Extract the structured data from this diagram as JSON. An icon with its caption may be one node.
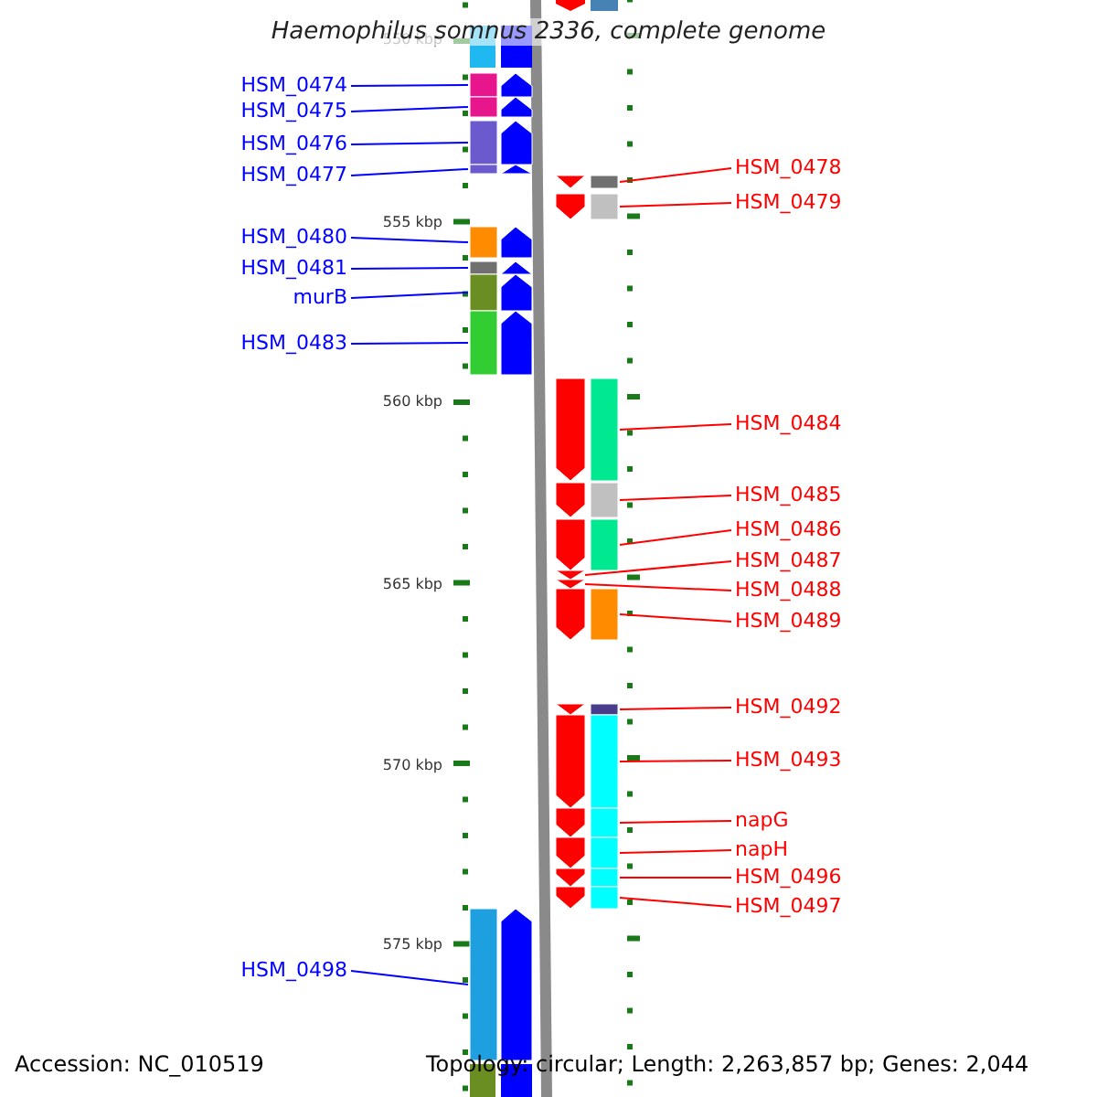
{
  "diagram": {
    "title": "Haemophilus somnus 2336, complete genome",
    "nodes": [
      {
        "text": [
          "HSM_0474"
        ]
      },
      {
        "text": [],
        "shape": "arrow"
      },
      {
        "text": [
          "HSM_0475"
        ]
      },
      {
        "text": [],
        "shape": "arrow"
      },
      {
        "text": [
          "HSM_0476"
        ]
      },
      {
        "text": [],
        "shape": "arrow"
      },
      {
        "text": [
          "HSM_0477"
        ]
      },
      {
        "text": [],
        "shape": "arrow"
      },
      {
        "text": [
          "HSM_0478"
        ]
      },
      {
        "text": [],
        "shape": "arrow"
      },
      {
        "text": [
          "HSM_0479"
        ]
      },
      {
        "text": [],
        "shape": "arrow"
      },
      {
        "text": [
          "HSM_0480"
        ]
      },
      {
        "text": [],
        "shape": "arrow"
      },
      {
        "text": [
          "HSM_0481"
        ]
      },
      {
        "text": [],
        "shape": "arrow"
      },
      {
        "text": [
          "murB"
        ]
      },
      {
        "text": [],
        "shape": "arrow"
      },
      {
        "text": [
          "HSM_0483"
        ]
      },
      {
        "text": [],
        "shape": "arrow"
      },
      {
        "text": [
          "HSM_0484"
        ]
      },
      {
        "text": [],
        "shape": "arrow"
      },
      {
        "text": [
          "HSM_0485"
        ]
      },
      {
        "text": [],
        "shape": "arrow"
      },
      {
        "text": [
          "HSM_0486"
        ]
      },
      {
        "text": [],
        "shape": "arrow"
      },
      {
        "text": [
          "HSM_0487"
        ]
      },
      {
        "text": [],
        "shape": "arrow"
      },
      {
        "text": [
          "HSM_0488"
        ]
      },
      {
        "text": [],
        "shape": "arrow"
      },
      {
        "text": [
          "HSM_0489"
        ]
      },
      {
        "text": [],
        "shape": "arrow"
      },
      {
        "text": [
          "HSM_0492"
        ]
      },
      {
        "text": [],
        "shape": "arrow"
      },
      {
        "text": [
          "HSM_0493"
        ]
      },
      {
        "text": [],
        "shape": "arrow"
      },
      {
        "text": [
          "napG"
        ]
      },
      {
        "text": [],
        "shape": "arrow"
      },
      {
        "text": [
          "napH"
        ]
      },
      {
        "text": [],
        "shape": "arrow"
      },
      {
        "text": [
          "HSM_0496"
        ]
      },
      {
        "text": [],
        "shape": "arrow"
      },
      {
        "text": [
          "HSM_0497"
        ]
      },
      {
        "text": [],
        "shape": "arrow"
      },
      {
        "text": [
          "HSM_0498"
        ]
      },
      {
        "text": [],
        "shape": "arrow"
      }
    ],
    "edges": [
      {
        "from": 0,
        "to": 1,
        "arrow": "none",
        "color": "#0000ff"
      },
      {
        "from": 2,
        "to": 3,
        "arrow": "none",
        "color": "#0000ff"
      },
      {
        "from": 4,
        "to": 5,
        "arrow": "none",
        "color": "#0000ff"
      },
      {
        "from": 6,
        "to": 7,
        "arrow": "none",
        "color": "#0000ff"
      },
      {
        "from": 8,
        "to": 9,
        "arrow": "none"
      },
      {
        "from": 10,
        "to": 11,
        "arrow": "none"
      },
      {
        "from": 12,
        "to": 13,
        "arrow": "none",
        "color": "#0000ff"
      },
      {
        "from": 14,
        "to": 15,
        "arrow": "none",
        "color": "#0000ff"
      },
      {
        "from": 16,
        "to": 17,
        "arrow": "none",
        "color": "#0000ff"
      },
      {
        "from": 18,
        "to": 19,
        "arrow": "none",
        "color": "#0000ff"
      },
      {
        "from": 20,
        "to": 21,
        "arrow": "none"
      },
      {
        "from": 22,
        "to": 23,
        "arrow": "none"
      },
      {
        "from": 24,
        "to": 25,
        "arrow": "none"
      },
      {
        "from": 26,
        "to": 27,
        "arrow": "none"
      },
      {
        "from": 28,
        "to": 29,
        "arrow": "none"
      },
      {
        "from": 30,
        "to": 31,
        "arrow": "none"
      },
      {
        "from": 32,
        "to": 33,
        "arrow": "none"
      },
      {
        "from": 34,
        "to": 35,
        "arrow": "none"
      },
      {
        "from": 36,
        "to": 37,
        "arrow": "none"
      },
      {
        "from": 38,
        "to": 39,
        "arrow": "none"
      },
      {
        "from": 40,
        "to": 41,
        "arrow": "none"
      },
      {
        "from": 42,
        "to": 43,
        "arrow": "none"
      },
      {
        "from": 44,
        "to": 45,
        "arrow": "none",
        "color": "#0000ff"
      }
    ],
    "labels": [
      "550 kbp",
      "555 kbp",
      "560 kbp",
      "565 kbp",
      "570 kbp",
      "575 kbp",
      "Accession: NC_010519",
      "Topology: circular; Length: 2,263,857 bp; Genes: 2,044"
    ]
  }
}
